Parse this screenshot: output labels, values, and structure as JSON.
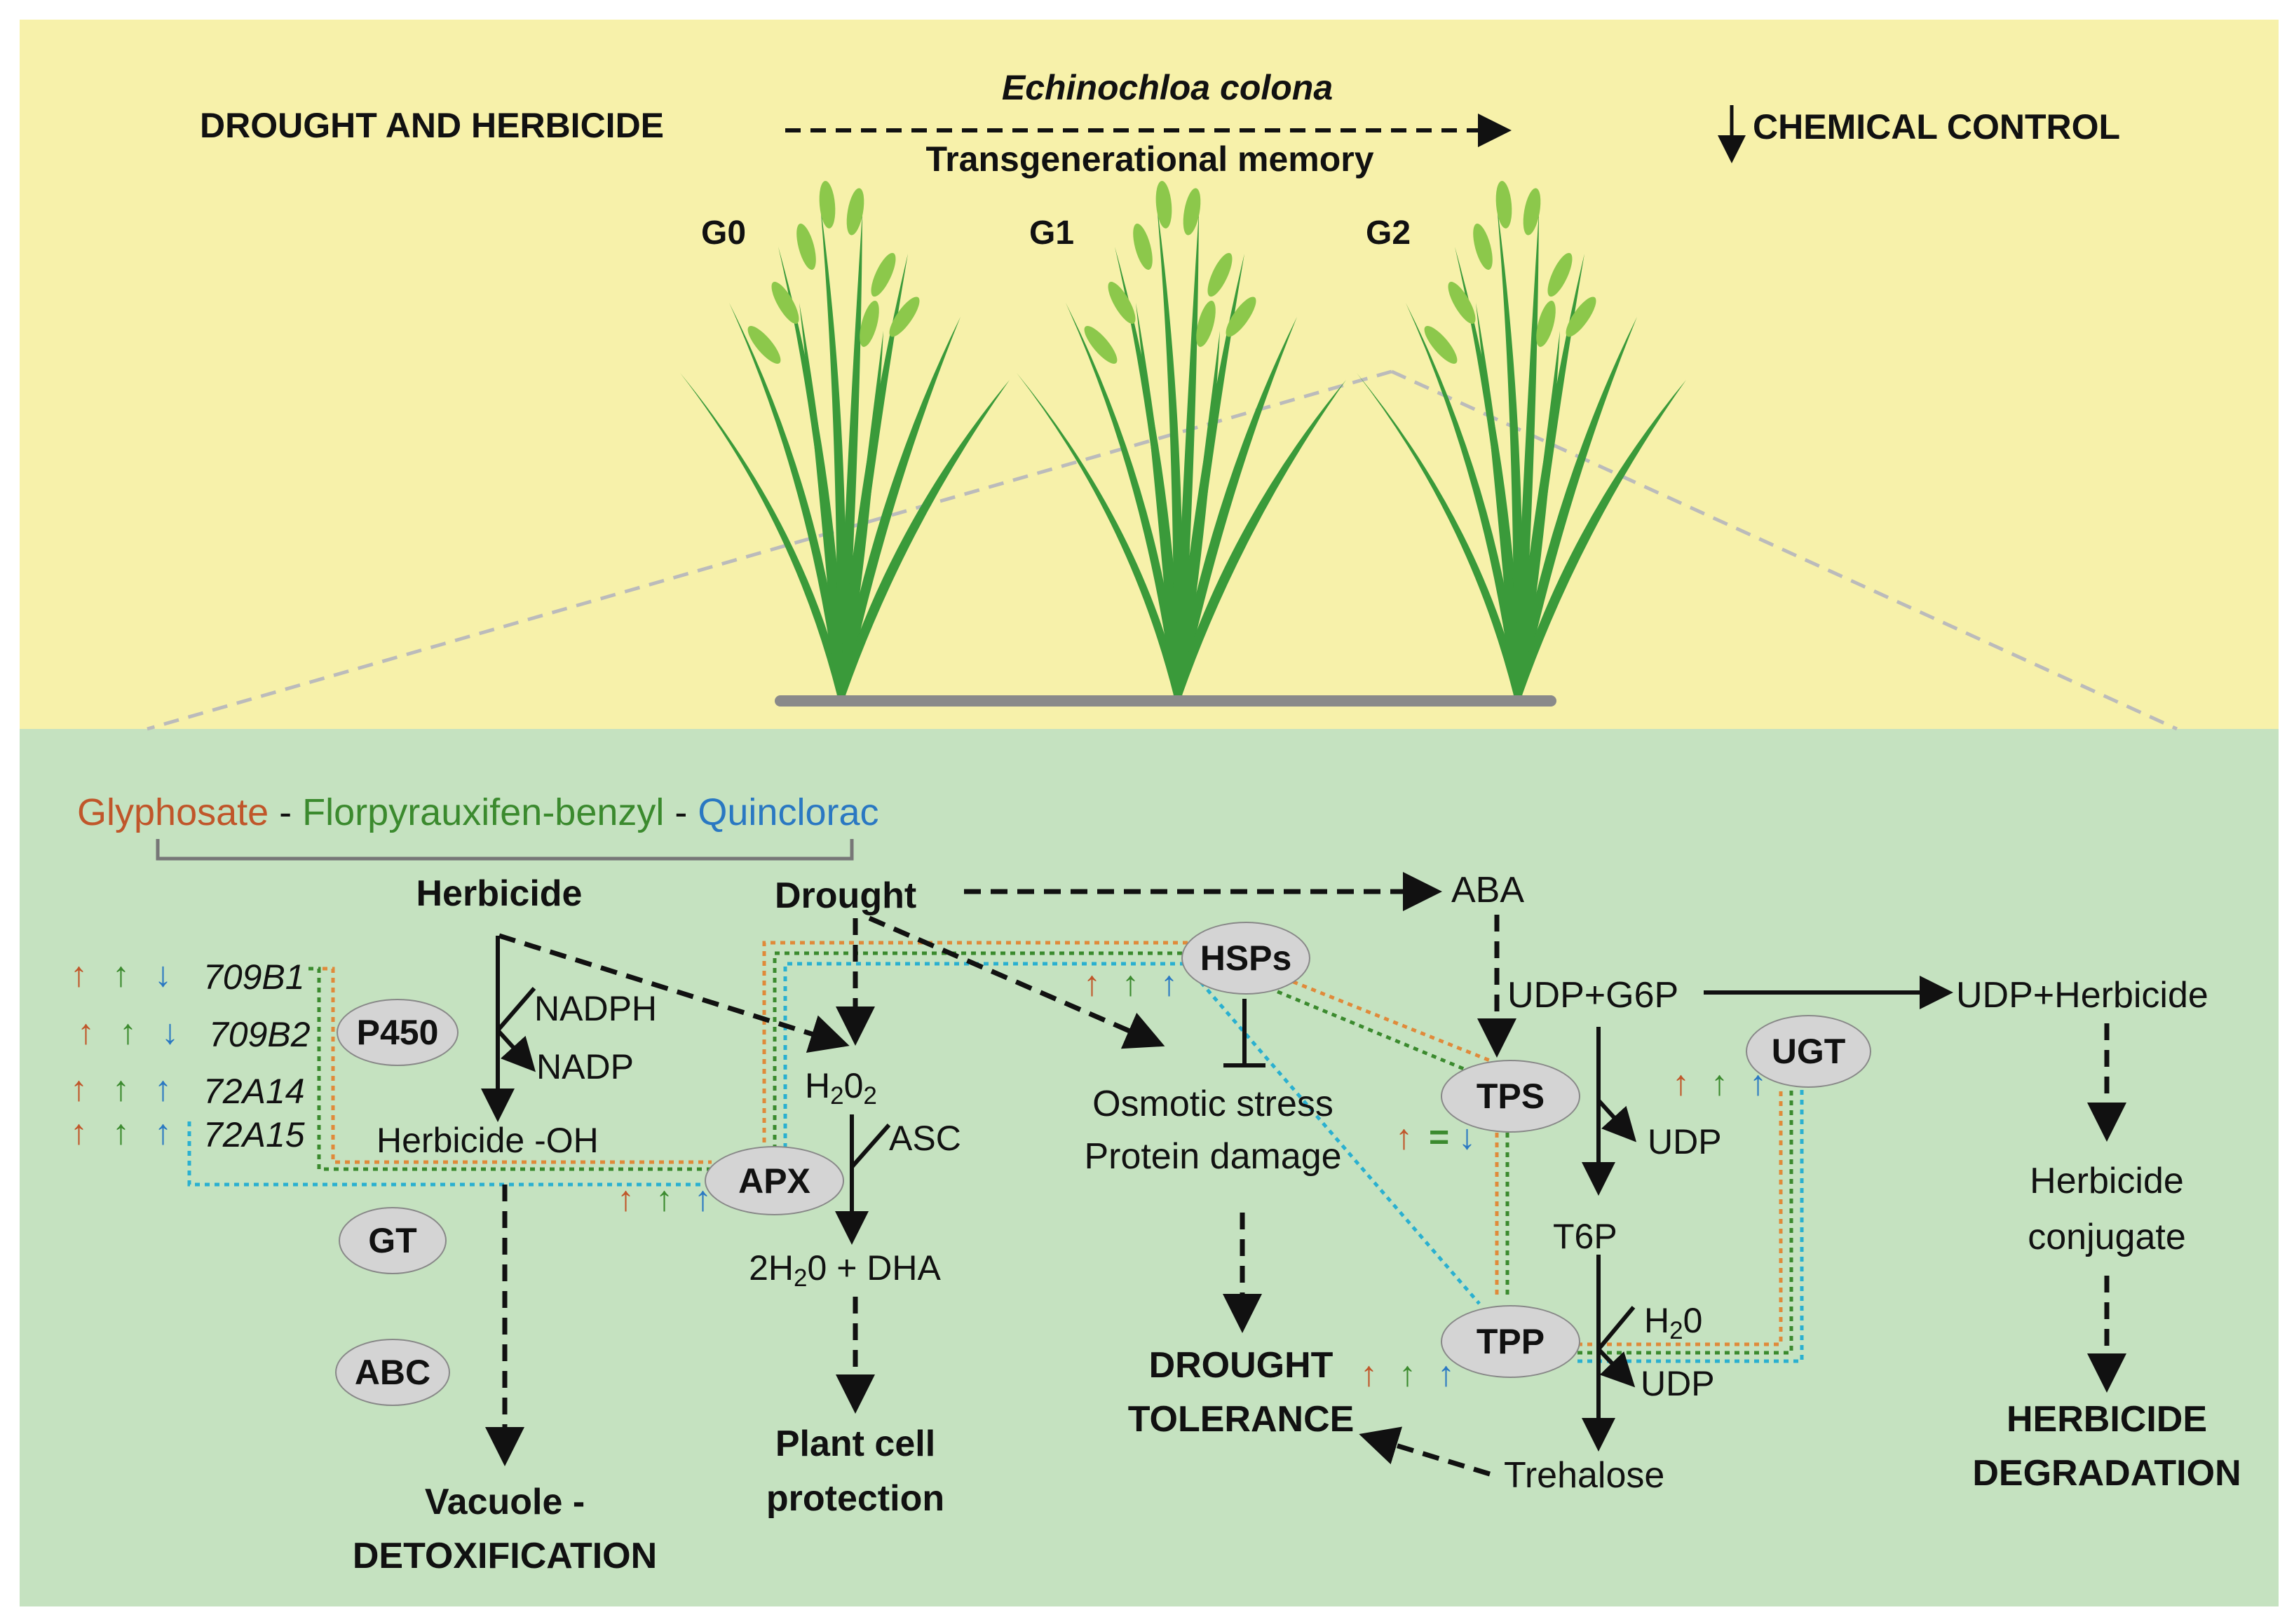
{
  "top": {
    "left_title": "DROUGHT AND HERBICIDE",
    "species": "Echinochloa colona",
    "memory": "Transgenerational memory",
    "right_title": "CHEMICAL CONTROL",
    "generations": [
      "G0",
      "G1",
      "G2"
    ]
  },
  "herbicides": {
    "glyphosate": "Glyphosate",
    "sep1": " - ",
    "florpyrauxifen": "Florpyrauxifen-benzyl",
    "sep2": " - ",
    "quinclorac": "Quinclorac"
  },
  "detox": {
    "herbicide": "Herbicide",
    "nadph": "NADPH",
    "nadp": "NADP",
    "herbicide_oh": "Herbicide -OH",
    "p450": "P450",
    "gt": "GT",
    "abc": "ABC",
    "vacuole_1": "Vacuole -",
    "vacuole_2": "DETOXIFICATION",
    "genes": [
      "709B1",
      "709B2",
      "72A14",
      "72A15"
    ]
  },
  "drought": {
    "drought": "Drought",
    "h2o2_main": "H",
    "h2o2_sub1": "2",
    "h2o2_mid": "0",
    "h2o2_sub2": "2",
    "asc": "ASC",
    "products_a": "2H",
    "products_sub": "2",
    "products_b": "0 + DHA",
    "apx": "APX",
    "protect_1": "Plant cell",
    "protect_2": "protection",
    "hsps": "HSPs",
    "osmotic": "Osmotic stress",
    "protein": "Protein damage",
    "tol_1": "DROUGHT",
    "tol_2": "TOLERANCE"
  },
  "trehalose": {
    "aba": "ABA",
    "udp_g6p": "UDP+G6P",
    "tps": "TPS",
    "udp1": "UDP",
    "t6p": "T6P",
    "tpp": "TPP",
    "h2o_a": "H",
    "h2o_sub": "2",
    "h2o_b": "0",
    "udp2": "UDP",
    "trehalose": "Trehalose",
    "ugt": "UGT",
    "udp_herbicide": "UDP+Herbicide",
    "conj_1": "Herbicide",
    "conj_2": "conjugate",
    "deg_1": "HERBICIDE",
    "deg_2": "DEGRADATION"
  },
  "symbols": {
    "up": "↑",
    "down": "↓",
    "eq": "="
  },
  "colors": {
    "top_bg": "#f7f1aa",
    "bottom_bg": "#c5e2c0",
    "glyphosate": "#c0562a",
    "florpyrauxifen": "#3b8a2e",
    "quinclorac": "#2a78c2",
    "plant": "#3a9a3a",
    "panicle": "#8cc84b"
  }
}
